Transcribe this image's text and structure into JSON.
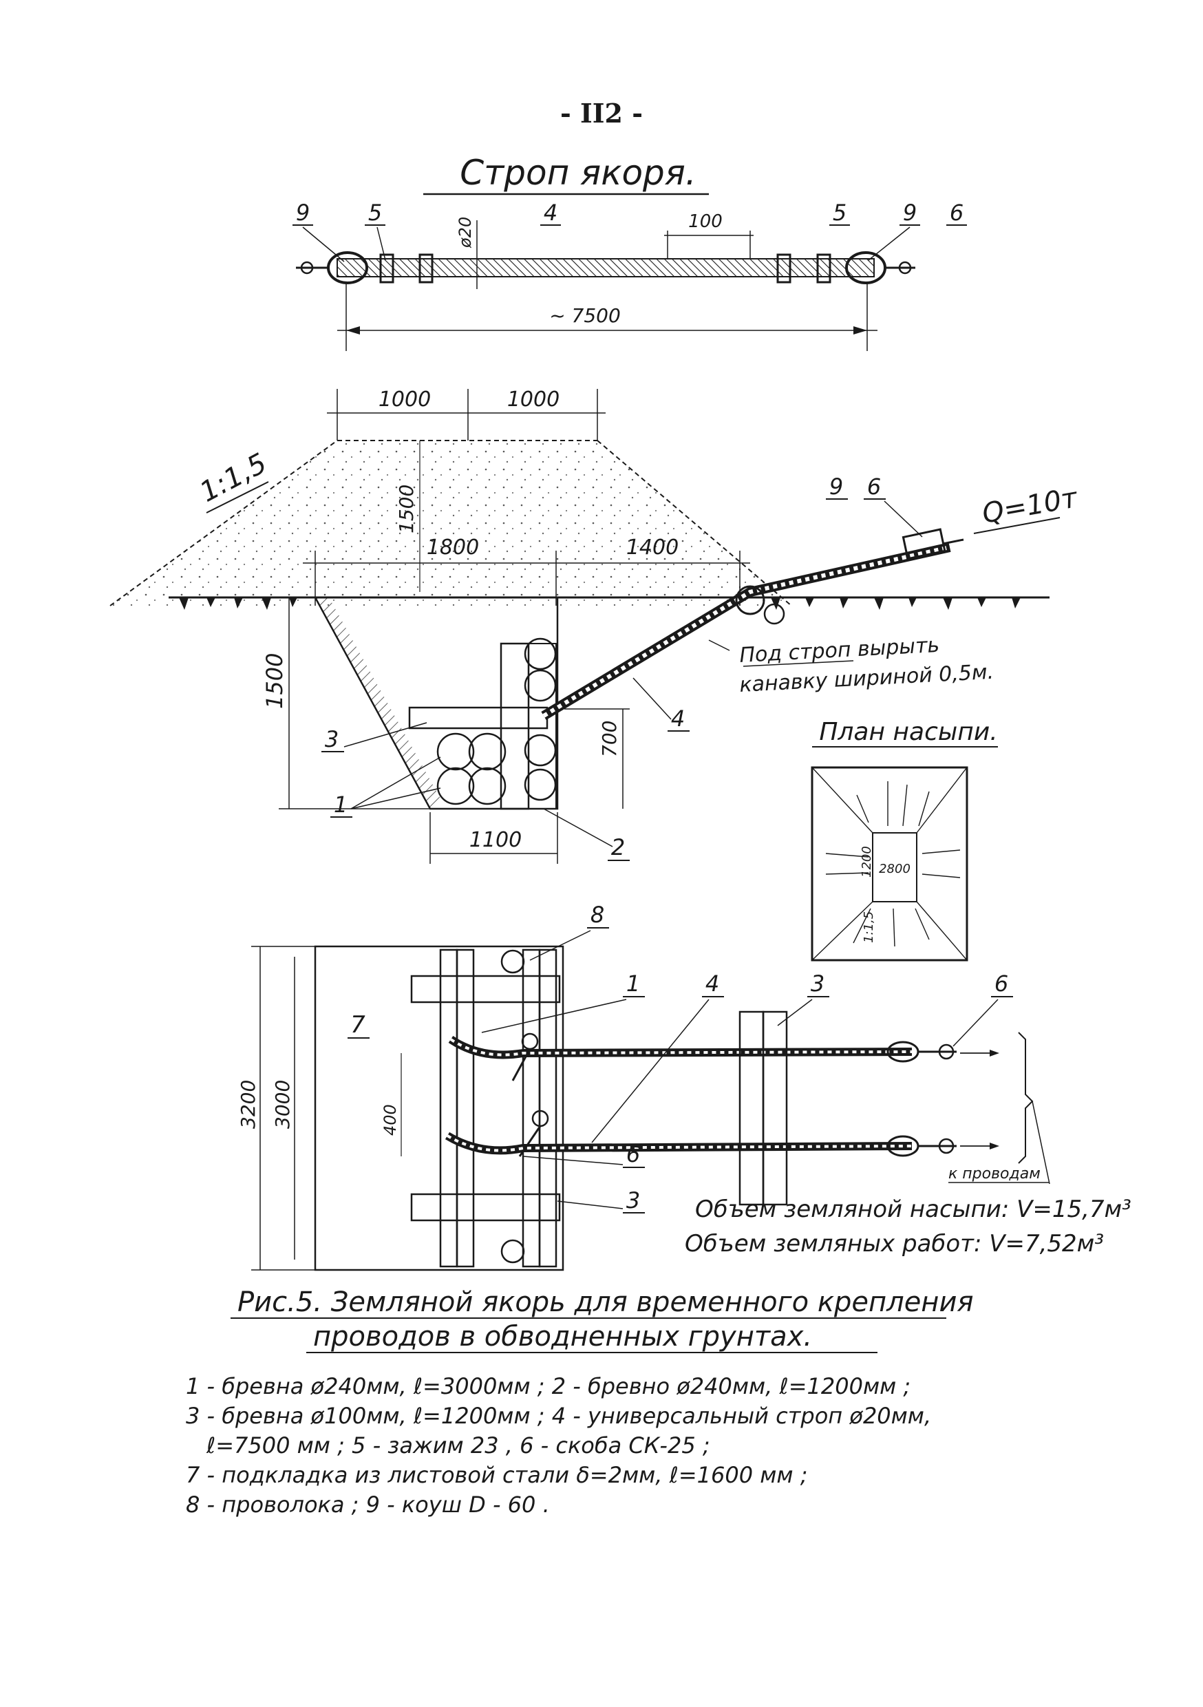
{
  "page_number": "- II2 -",
  "sling": {
    "title": "Строп якоря.",
    "callouts": [
      "9",
      "5",
      "4",
      "5",
      "9",
      "6"
    ],
    "dim_diameter": "ø20",
    "dim_pitch": "100",
    "dim_length": "~ 7500"
  },
  "section": {
    "dim_top_left": "1000",
    "dim_top_right": "1000",
    "slope": "1:1,5",
    "dim_mound_height": "1500",
    "dim_left": "1800",
    "dim_right": "1400",
    "callout_9": "9",
    "callout_6": "6",
    "load": "Q=10т",
    "note_line1": "Под строп вырыть",
    "note_line2": "канавку шириной 0,5м.",
    "callout_4": "4",
    "callout_3": "3",
    "callout_1": "1",
    "callout_2": "2",
    "dim_depth": "1500",
    "dim_700": "700",
    "dim_1100": "1100"
  },
  "mound_plan": {
    "title": "План насыпи.",
    "dim_inner_w": "2800",
    "dim_inner_h": "1200",
    "slope": "1:1,5"
  },
  "plan": {
    "callout_8": "8",
    "callout_1": "1",
    "callout_4": "4",
    "callout_3": "3",
    "callout_6_top": "6",
    "callout_7": "7",
    "dim_3200": "3200",
    "dim_3000": "3000",
    "dim_400": "400",
    "callout_6_bottom": "6",
    "callout_3_bottom": "3",
    "to_wires": "к проводам",
    "volume_mound": "Объем земляной насыпи: V=15,7м³",
    "volume_works": "Объем земляных работ: V=7,52м³"
  },
  "caption": {
    "line1": "Рис.5. Земляной якорь для временного крепления",
    "line2": "проводов в обводненных грунтах."
  },
  "legend": {
    "line1": "1 - бревна ø240мм, ℓ=3000мм ; 2 - бревно ø240мм, ℓ=1200мм ;",
    "line2": "3 - бревна ø100мм, ℓ=1200мм ; 4 - универсальный строп ø20мм,",
    "line3": "ℓ=7500 мм ;   5 - зажим 23 ,  6 - скоба СК-25 ;",
    "line4": "7 - подкладка   из листовой стали  δ=2мм,  ℓ=1600 мм ;",
    "line5": "8 - проволока ;    9 - коуш  D - 60 ."
  }
}
